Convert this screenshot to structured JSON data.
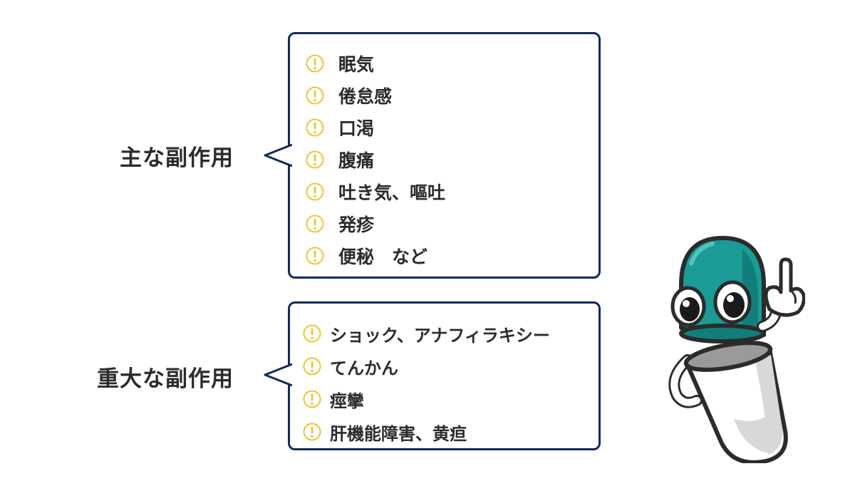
{
  "sections": [
    {
      "label": "主な副作用",
      "items": [
        "眠気",
        "倦怠感",
        "口渇",
        "腹痛",
        "吐き気、嘔吐",
        "発疹",
        "便秘　など"
      ]
    },
    {
      "label": "重大な副作用",
      "items": [
        "ショック、アナフィラキシー",
        "てんかん",
        "痙攣",
        "肝機能障害、黄疸"
      ]
    }
  ],
  "icons": {
    "bullet": "exclamation-circle-icon",
    "mascot": "capsule-character-pointing-up"
  },
  "colors": {
    "border": "#102a5c",
    "warning": "#f2c230",
    "capsule_top": "#1a9b95",
    "capsule_bottom": "#d8d8d8",
    "text": "#2b2b2b"
  }
}
